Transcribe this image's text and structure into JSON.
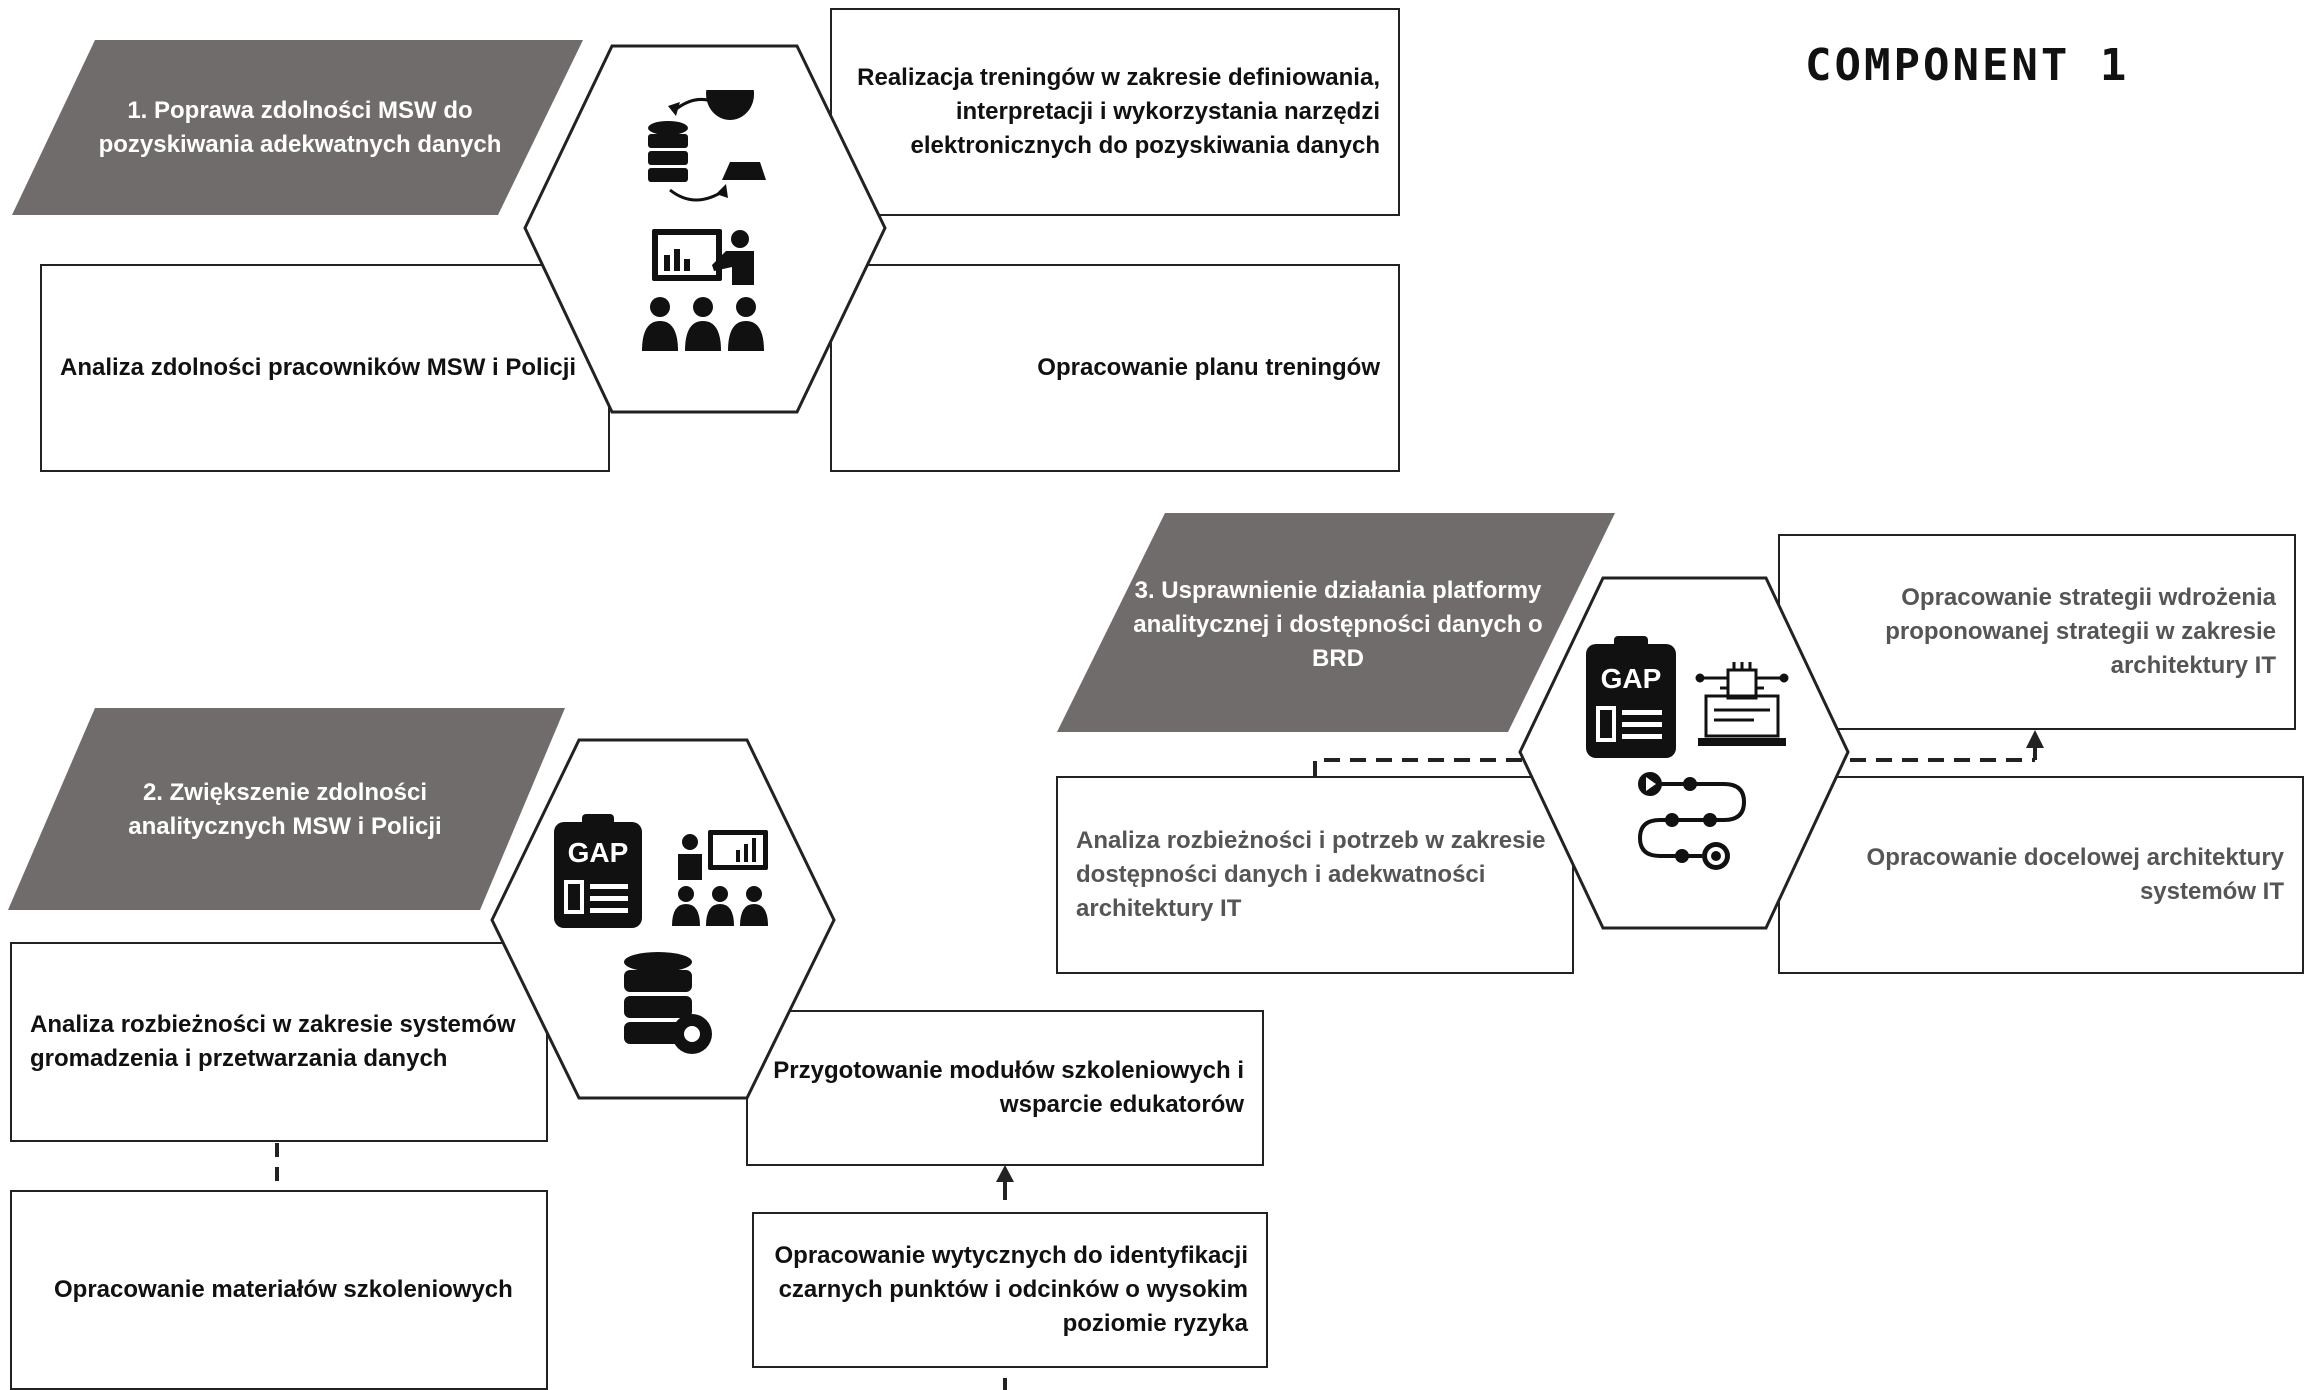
{
  "page": {
    "title": "COMPONENT 1"
  },
  "group1": {
    "heading": "1. Poprawa zdolności MSW do pozyskiwania adekwatnych danych",
    "box_top_right": "Realizacja treningów w zakresie definiowania, interpretacji i wykorzystania narzędzi elektronicznych do pozyskiwania danych",
    "box_left": "Analiza zdolności pracowników MSW i Policji",
    "box_right": "Opracowanie planu treningów"
  },
  "group2": {
    "heading": "2. Zwiększenie zdolności analitycznych MSW i Policji",
    "box_left_1": "Analiza rozbieżności w zakresie systemów gromadzenia i przetwarzania danych",
    "box_left_2": "Opracowanie materiałów szkoleniowych",
    "box_right_1": "Przygotowanie modułów szkoleniowych i wsparcie edukatorów",
    "box_right_2": "Opracowanie wytycznych do identyfikacji czarnych punktów i odcinków o wysokim poziomie ryzyka",
    "gap_label": "GAP"
  },
  "group3": {
    "heading": "3. Usprawnienie działania platformy analitycznej i dostępności danych o BRD",
    "box_left": "Analiza rozbieżności i potrzeb w zakresie dostępności danych i adekwatności architektury IT",
    "box_right_top": "Opracowanie strategii wdrożenia proponowanej strategii w zakresie architektury IT",
    "box_right_bottom": "Opracowanie docelowej architektury systemów IT",
    "gap_label": "GAP"
  },
  "colors": {
    "parallelogram": "#706c6b",
    "stroke": "#222222",
    "icon": "#111111"
  },
  "icons": [
    "database-icon",
    "support-agent-icon",
    "sync-arrows-icon",
    "presentation-icon",
    "audience-icon",
    "gap-clipboard-icon",
    "database-gear-icon",
    "laptop-circuit-icon",
    "roadmap-icon"
  ]
}
